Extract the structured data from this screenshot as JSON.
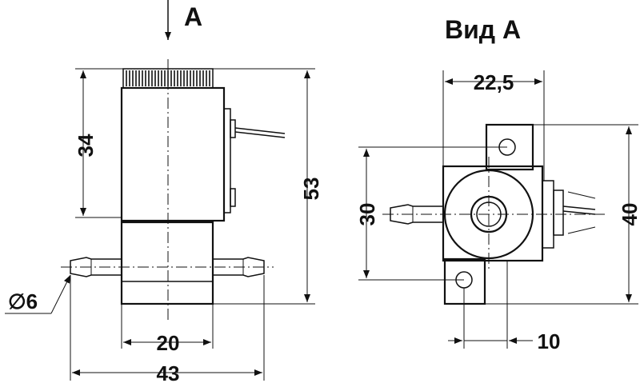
{
  "view_arrow_label": "А",
  "view_title": "Вид А",
  "side_view": {
    "dim_coil_height": "34",
    "dim_total_height": "53",
    "dim_body_width": "20",
    "dim_total_width": "43",
    "dim_nozzle_diameter": "∅6"
  },
  "front_view": {
    "dim_top_width": "22,5",
    "dim_hole_spacing": "30",
    "dim_total_height": "40",
    "dim_offset": "10"
  }
}
